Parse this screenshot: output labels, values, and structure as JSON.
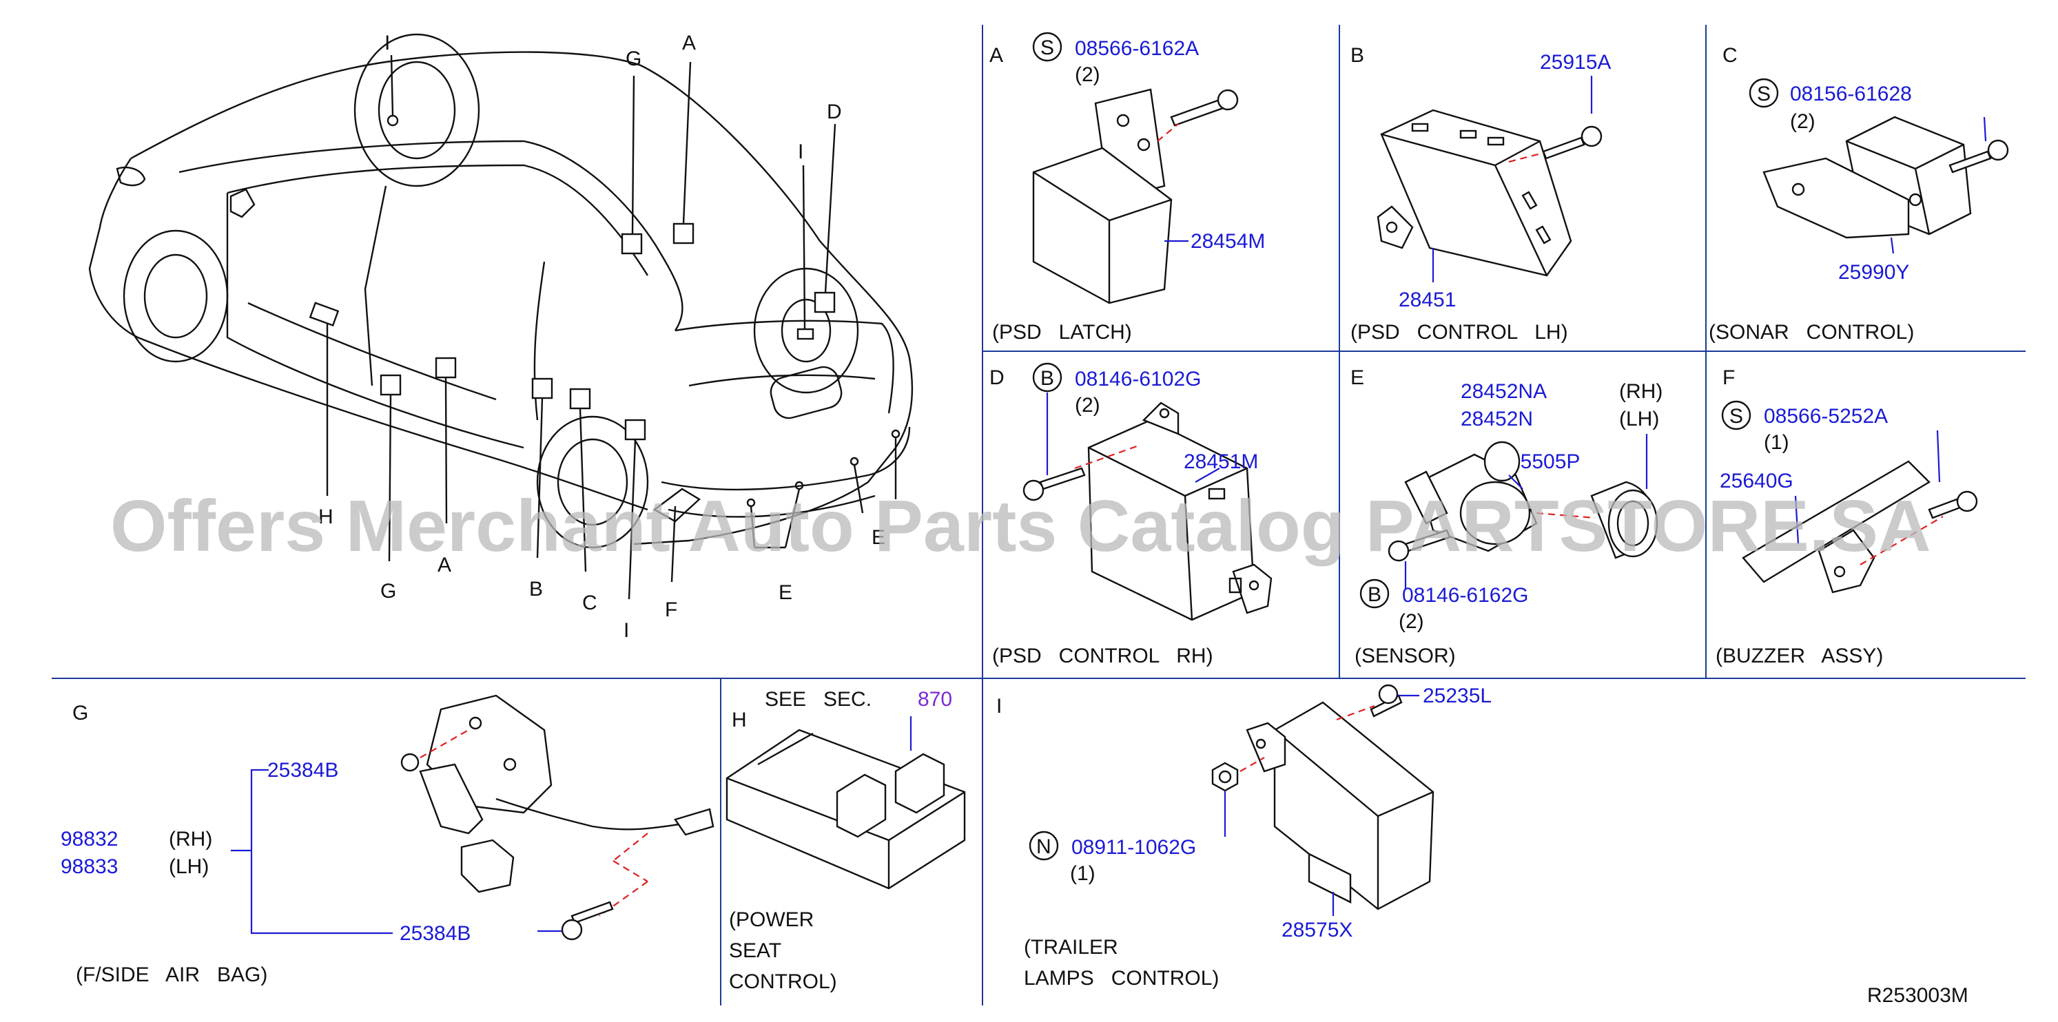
{
  "labels": {
    "car": {
      "I_top": "I",
      "G": "G",
      "A": "A",
      "D": "D",
      "I_mid": "I",
      "H": "H",
      "G_bot": "G",
      "A_bot": "A",
      "B": "B",
      "C": "C",
      "I_bot": "I",
      "F": "F",
      "E_right": "E",
      "E_bot": "E"
    },
    "A": {
      "letter": "A",
      "symbol": "S",
      "bolt": "08566-6162A",
      "qty": "(2)",
      "part": "28454M",
      "caption": "(PSD   LATCH)"
    },
    "B": {
      "letter": "B",
      "screw": "25915A",
      "part": "28451",
      "caption": "(PSD   CONTROL   LH)"
    },
    "C": {
      "letter": "C",
      "symbol": "S",
      "bolt": "08156-61628",
      "qty": "(2)",
      "part": "25990Y",
      "caption": "(SONAR   CONTROL)"
    },
    "D": {
      "letter": "D",
      "symbol": "B",
      "bolt": "08146-6102G",
      "qty": "(2)",
      "part": "28451M",
      "caption": "(PSD   CONTROL   RH)"
    },
    "E": {
      "letter": "E",
      "part1": "28452NA",
      "part2": "28452N",
      "rh": "(RH)",
      "lh": "(LH)",
      "part3": "25505P",
      "symbol": "B",
      "bolt": "08146-6162G",
      "qty": "(2)",
      "caption": "(SENSOR)"
    },
    "F": {
      "letter": "F",
      "symbol": "S",
      "bolt": "08566-5252A",
      "qty": "(1)",
      "part": "25640G",
      "caption": "(BUZZER   ASSY)"
    },
    "G": {
      "letter": "G",
      "bracket_top": "25384B",
      "bracket_bot": "25384B",
      "rh_part": "98832",
      "rh": "(RH)",
      "lh_part": "98833",
      "lh": "(LH)",
      "caption": "(F/SIDE   AIR   BAG)"
    },
    "H": {
      "letter": "H",
      "see": "SEE   SEC.",
      "sec": "870",
      "caption1": "(POWER",
      "caption2": "SEAT",
      "caption3": "CONTROL)"
    },
    "I": {
      "letter": "I",
      "screw": "25235L",
      "symbol": "N",
      "nut": "08911-1062G",
      "qty": "(1)",
      "part": "28575X",
      "caption1": "(TRAILER",
      "caption2": "LAMPS   CONTROL)"
    },
    "footer": {
      "ref": "R253003M"
    },
    "watermark": "Offers Merchant Auto Parts Catalog PARTSTORE.SA"
  },
  "colors": {
    "part_number": "#1a1ad6",
    "ink": "#111111",
    "dashed_axis": "#e02020",
    "section_link": "#7a2ad6",
    "divider": "#1a3a9a"
  }
}
